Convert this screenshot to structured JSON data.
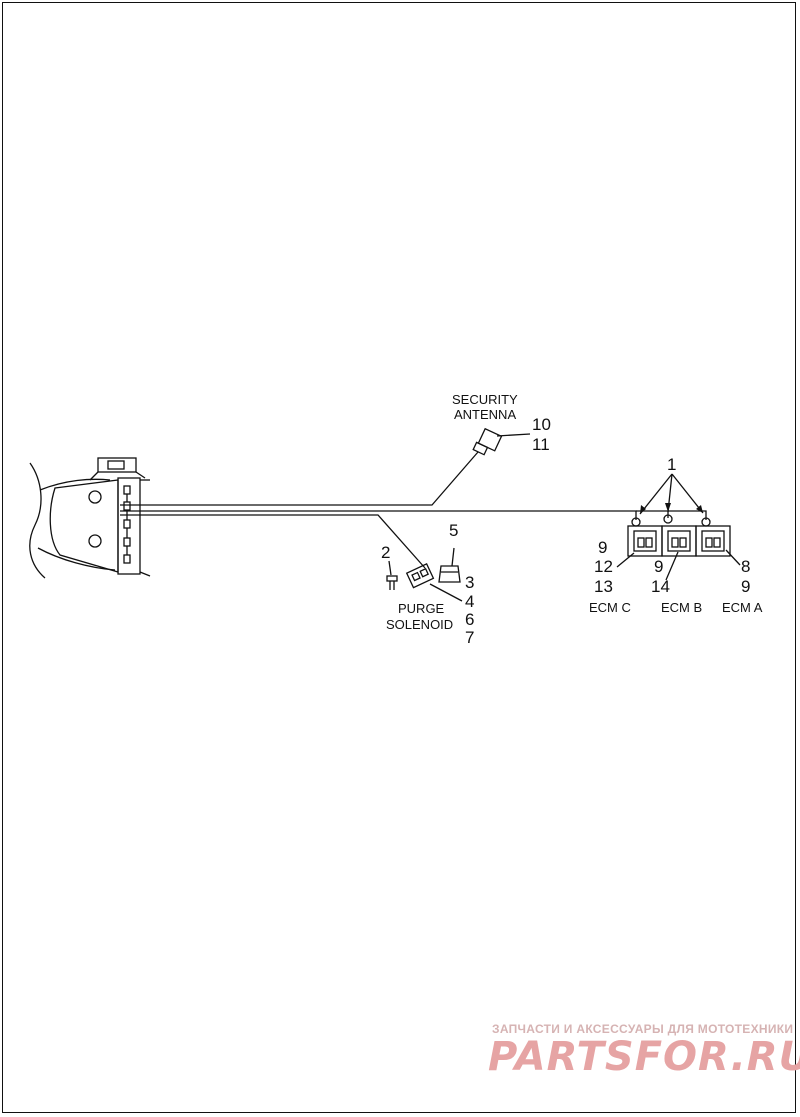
{
  "labels": {
    "security_antenna_line1": "SECURITY",
    "security_antenna_line2": "ANTENNA",
    "purge_solenoid_line1": "PURGE",
    "purge_solenoid_line2": "SOLENOID",
    "ecm_c": "ECM C",
    "ecm_b": "ECM B",
    "ecm_a": "ECM A"
  },
  "callouts": {
    "n1": "1",
    "n2": "2",
    "n3": "3",
    "n4": "4",
    "n5": "5",
    "n6": "6",
    "n7": "7",
    "n8": "8",
    "n9_left": "9",
    "n9_mid": "9",
    "n9_right": "9",
    "n10": "10",
    "n11": "11",
    "n12": "12",
    "n13": "13",
    "n14": "14"
  },
  "watermark": {
    "tagline": "ЗАПЧАСТИ И АКСЕССУАРЫ ДЛЯ МОТОТЕХНИКИ",
    "logo": "PARTSFOR.RU"
  }
}
